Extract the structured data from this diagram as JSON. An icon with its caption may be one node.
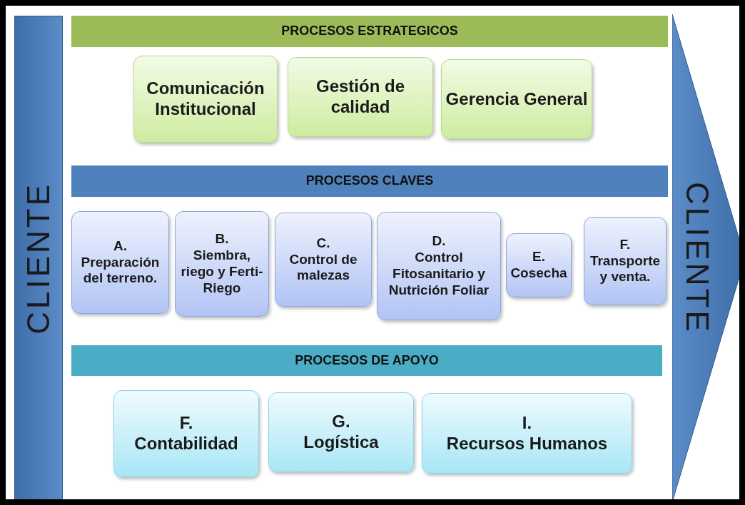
{
  "diagram": {
    "nodes": [
      {
        "text": [
          "CLIENTE"
        ]
      },
      {
        "text": [
          "PROCESOS ESTRATEGICOS"
        ]
      },
      {
        "text": [
          "Comunicación Institucional"
        ]
      },
      {
        "text": [
          "Gestión de calidad"
        ]
      },
      {
        "text": [
          "Gerencia General"
        ]
      },
      {
        "text": [
          "PROCESOS CLAVES"
        ]
      },
      {
        "text": [
          "A.",
          "Preparación del terreno."
        ]
      },
      {
        "text": [
          "B.",
          "Siembra, riego y Ferti- Riego"
        ]
      },
      {
        "text": [
          "C.",
          "Control de malezas"
        ]
      },
      {
        "text": [
          "D.",
          "Control Fitosanitario y Nutrición Foliar"
        ]
      },
      {
        "text": [
          "E.",
          "Cosecha"
        ]
      },
      {
        "text": [
          "F.",
          "Transporte y venta."
        ]
      },
      {
        "text": [
          "PROCESOS DE APOYO"
        ]
      },
      {
        "text": [
          "F.",
          "Contabilidad"
        ]
      },
      {
        "text": [
          "G.",
          "Logística"
        ]
      },
      {
        "text": [
          "I.",
          "Recursos Humanos"
        ]
      },
      {
        "text": [
          "CLIENTE"
        ]
      }
    ],
    "edges": []
  }
}
